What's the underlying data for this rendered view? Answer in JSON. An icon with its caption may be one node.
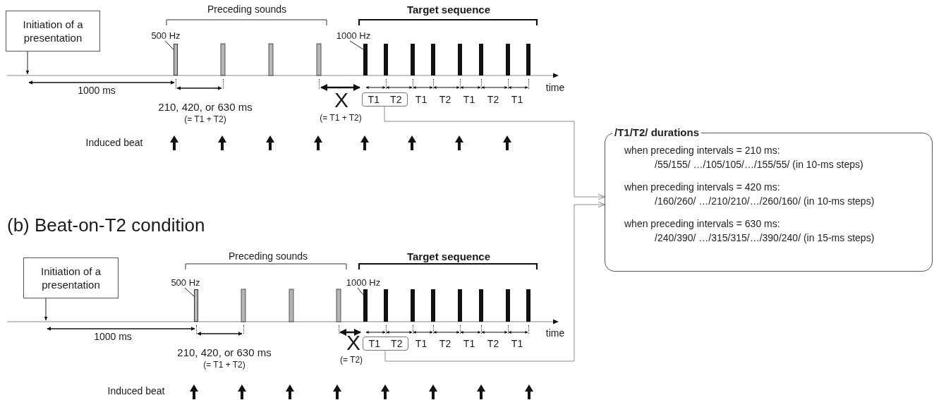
{
  "diagram": {
    "nodes": [
      {
        "text": [
          "Initiation of a presentation"
        ]
      },
      {
        "text": [
          "500 Hz"
        ]
      },
      {
        "text": [
          "1000 Hz"
        ]
      },
      {
        "text": [
          "T1",
          "T2"
        ]
      },
      {
        "text": [
          "/T1/T2/ durations",
          "when preceding intervals = 210 ms:",
          "/55/155/ …/105/105/…/155/55/ (in 10-ms steps)",
          "when preceding intervals = 420 ms:",
          "/160/260/ …/210/210/…/260/160/ (in 10-ms steps)",
          "when preceding intervals = 630 ms:",
          "/240/390/ …/315/315/…/390/240/ (in 15-ms steps)"
        ]
      },
      {
        "text": [
          "Initiation of a presentation"
        ]
      },
      {
        "text": [
          "500 Hz"
        ]
      },
      {
        "text": [
          "1000 Hz"
        ]
      },
      {
        "text": [
          "T1",
          "T2"
        ]
      },
      {
        "text": [],
        "shape": "bar"
      },
      {
        "text": [],
        "shape": "bar"
      }
    ],
    "edges": [
      {
        "from": 0,
        "to": null,
        "arrow": "to"
      },
      {
        "from": 1,
        "to": 9,
        "arrow": "none"
      },
      {
        "from": 2,
        "to": null,
        "arrow": "none"
      },
      {
        "from": 3,
        "to": 4,
        "arrow": "to",
        "color": "#8c8c8c"
      },
      {
        "from": 5,
        "to": null,
        "arrow": "to"
      },
      {
        "from": 6,
        "to": 10,
        "arrow": "none"
      },
      {
        "from": 7,
        "to": null,
        "arrow": "none"
      },
      {
        "from": 8,
        "to": 4,
        "arrow": "to",
        "color": "#8c8c8c"
      }
    ],
    "labels": [
      "Preceding sounds",
      "Target sequence",
      "time",
      "1000 ms",
      "T1",
      "T2",
      "T1",
      "T2",
      "T1",
      "X",
      "210, 420, or 630 ms",
      "(= T1 + T2)",
      "(= T1 + T2)",
      "Induced beat",
      "(b) Beat-on-T2 condition",
      "Preceding sounds",
      "Target sequence",
      "time",
      "1000 ms",
      "T1",
      "T2",
      "T1",
      "T2",
      "T1",
      "X",
      "(= T2)",
      "210, 420, or 630 ms",
      "(= T1 + T2)",
      "Induced beat"
    ]
  }
}
